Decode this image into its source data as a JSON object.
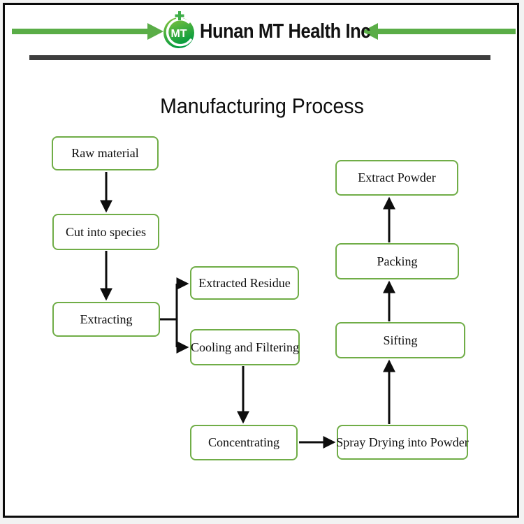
{
  "header": {
    "company_name": "Hunan MT Health Inc",
    "logo_text": "MT",
    "logo_green_light": "#8dc63f",
    "logo_green_dark": "#009a3e",
    "banner_arrow_color": "#5aad47",
    "divider_color": "#3e3e3e"
  },
  "title": "Manufacturing Process",
  "flowchart": {
    "box_border_color": "#70ad47",
    "connector_color": "#0d0d0d",
    "nodes": [
      {
        "id": "raw-material",
        "label": "Raw material"
      },
      {
        "id": "cut-into-species",
        "label": "Cut into species"
      },
      {
        "id": "extracting",
        "label": "Extracting"
      },
      {
        "id": "extracted-residue",
        "label": "Extracted Residue"
      },
      {
        "id": "cooling-and-filtering",
        "label": "Cooling and Filtering"
      },
      {
        "id": "concentrating",
        "label": "Concentrating"
      },
      {
        "id": "spray-drying-into-powder",
        "label": "Spray Drying into Powder"
      },
      {
        "id": "sifting",
        "label": "Sifting"
      },
      {
        "id": "packing",
        "label": "Packing"
      },
      {
        "id": "extract-powder",
        "label": "Extract Powder"
      }
    ],
    "edges": [
      {
        "from": "raw-material",
        "to": "cut-into-species"
      },
      {
        "from": "cut-into-species",
        "to": "extracting"
      },
      {
        "from": "extracting",
        "to": "extracted-residue"
      },
      {
        "from": "extracting",
        "to": "cooling-and-filtering"
      },
      {
        "from": "cooling-and-filtering",
        "to": "concentrating"
      },
      {
        "from": "concentrating",
        "to": "spray-drying-into-powder"
      },
      {
        "from": "spray-drying-into-powder",
        "to": "sifting"
      },
      {
        "from": "sifting",
        "to": "packing"
      },
      {
        "from": "packing",
        "to": "extract-powder"
      }
    ]
  }
}
